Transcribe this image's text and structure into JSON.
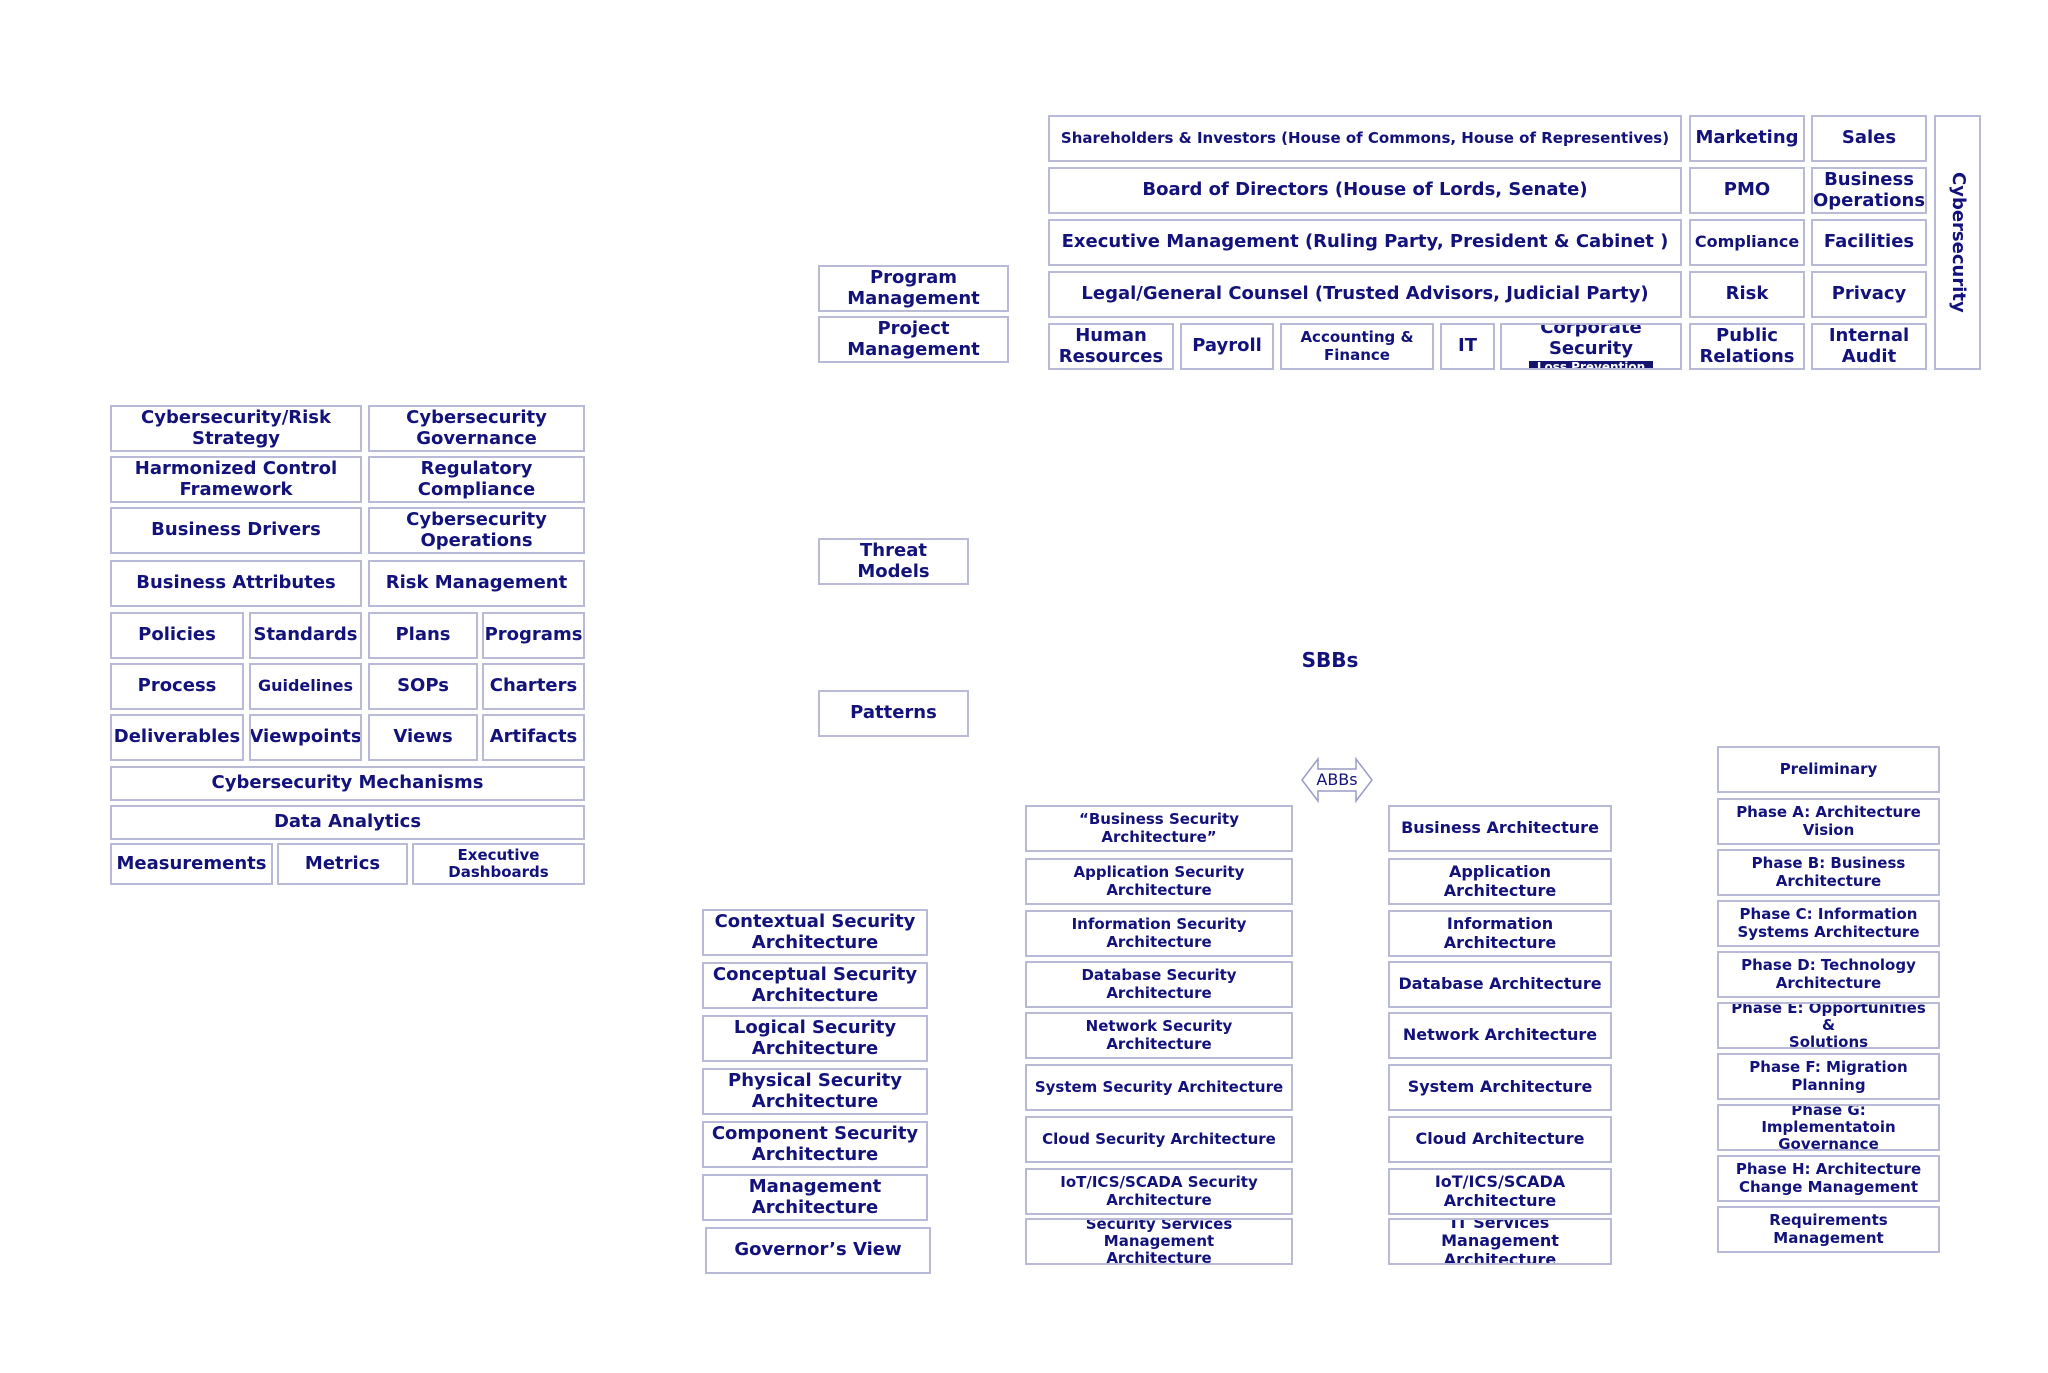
{
  "top": {
    "shareholders": "Shareholders & Investors (House of Commons, House of Representives)",
    "board": "Board of Directors (House of Lords, Senate)",
    "executive": "Executive Management (Ruling Party, President & Cabinet )",
    "legal": "Legal/General Counsel (Trusted Advisors, Judicial Party)",
    "human_resources": "Human\nResources",
    "payroll": "Payroll",
    "accounting": "Accounting &\nFinance",
    "it": "IT",
    "corporate_security": "Corporate Security",
    "loss_prevention": "Loss Prevention",
    "marketing": "Marketing",
    "sales": "Sales",
    "pmo": "PMO",
    "business_operations": "Business\nOperations",
    "compliance": "Compliance",
    "facilities": "Facilities",
    "risk": "Risk",
    "privacy": "Privacy",
    "public_relations": "Public\nRelations",
    "internal_audit": "Internal\nAudit",
    "cybersecurity": "Cybersecurity"
  },
  "management": {
    "program": "Program\nManagement",
    "project": "Project\nManagement"
  },
  "middle": {
    "threat_models": "Threat Models",
    "patterns": "Patterns",
    "sbbs": "SBBs",
    "abbs": "ABBs"
  },
  "left_grid": {
    "cyber_risk_strategy": "Cybersecurity/Risk\nStrategy",
    "cyber_governance": "Cybersecurity\nGovernance",
    "harmonized": "Harmonized Control\nFramework",
    "regulatory": "Regulatory\nCompliance",
    "business_drivers": "Business Drivers",
    "cyber_operations": "Cybersecurity\nOperations",
    "business_attributes": "Business Attributes",
    "risk_management": "Risk Management",
    "policies": "Policies",
    "standards": "Standards",
    "plans": "Plans",
    "programs": "Programs",
    "process": "Process",
    "guidelines": "Guidelines",
    "sops": "SOPs",
    "charters": "Charters",
    "deliverables": "Deliverables",
    "viewpoints": "Viewpoints",
    "views": "Views",
    "artifacts": "Artifacts",
    "mechanisms": "Cybersecurity Mechanisms",
    "data_analytics": "Data Analytics",
    "measurements": "Measurements",
    "metrics": "Metrics",
    "executive_dashboards": "Executive\nDashboards"
  },
  "sabsa_layers": [
    "Contextual Security\nArchitecture",
    "Conceptual Security\nArchitecture",
    "Logical Security\nArchitecture",
    "Physical Security\nArchitecture",
    "Component Security\nArchitecture",
    "Management\nArchitecture",
    "Governor’s View"
  ],
  "security_architectures": [
    "“Business  Security Architecture”",
    "Application Security Architecture",
    "Information Security Architecture",
    "Database Security Architecture",
    "Network Security Architecture",
    "System Security Architecture",
    "Cloud Security Architecture",
    "IoT/ICS/SCADA Security\nArchitecture",
    "Security Services Management\nArchitecture"
  ],
  "architectures": [
    "Business Architecture",
    "Application Architecture",
    "Information Architecture",
    "Database Architecture",
    "Network Architecture",
    "System Architecture",
    "Cloud Architecture",
    "IoT/ICS/SCADA\nArchitecture",
    "IT Services Management\nArchitecture"
  ],
  "togaf_phases": [
    "Preliminary",
    "Phase A: Architecture Vision",
    "Phase B: Business\nArchitecture",
    "Phase C: Information\nSystems Architecture",
    "Phase D: Technology\nArchitecture",
    "Phase E: Opportunities &\nSolutions",
    "Phase F: Migration Planning",
    "Phase G: Implementatoin\nGovernance",
    "Phase H: Architecture\nChange Management",
    "Requirements Management"
  ],
  "colors": {
    "text": "#12127a",
    "border": "#b9bad8",
    "badge": "#14146e"
  }
}
